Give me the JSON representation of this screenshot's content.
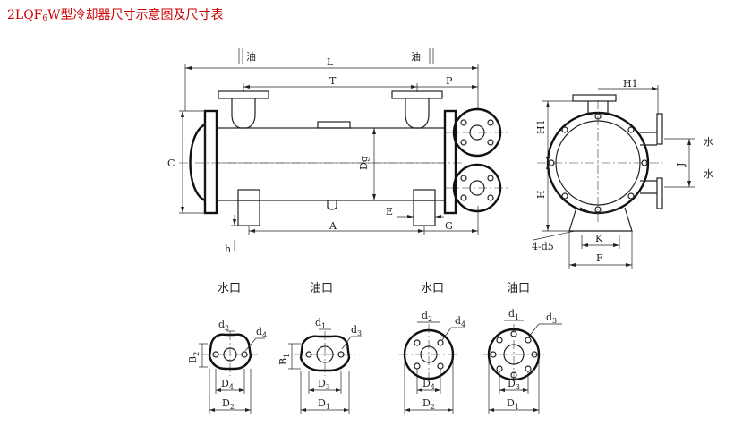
{
  "title": {
    "main": "2LQF",
    "sub": "6",
    "rest": "W型冷却器尺寸示意图及尺寸表"
  },
  "colors": {
    "title": "#cc0000",
    "line": "#222222"
  },
  "main_view": {
    "oil_left": "油",
    "oil_right": "油",
    "L": "L",
    "T": "T",
    "P": "P",
    "C": "C",
    "Dg": "Dg",
    "A": "A",
    "E": "E",
    "G": "G",
    "h": "h"
  },
  "side_view": {
    "H1_top": "H1",
    "H1_side": "H1",
    "H": "H",
    "J": "J",
    "water_top": "水",
    "water_bottom": "水",
    "K": "K",
    "F": "F",
    "bolt": "4-d5"
  },
  "flanges": [
    {
      "heading": "水口",
      "top": "d",
      "top_sub": "2",
      "pin": "d",
      "pin_sub": "4",
      "side": "B",
      "side_sub": "2",
      "inner": "D",
      "inner_sub": "4",
      "outer": "D",
      "outer_sub": "2"
    },
    {
      "heading": "油口",
      "top": "d",
      "top_sub": "1",
      "pin": "d",
      "pin_sub": "3",
      "side": "B",
      "side_sub": "1",
      "inner": "D",
      "inner_sub": "3",
      "outer": "D",
      "outer_sub": "1"
    },
    {
      "heading": "水口",
      "top": "d",
      "top_sub": "2",
      "pin": "d",
      "pin_sub": "4",
      "inner": "D",
      "inner_sub": "4",
      "outer": "D",
      "outer_sub": "2"
    },
    {
      "heading": "油口",
      "top": "d",
      "top_sub": "1",
      "pin": "d",
      "pin_sub": "3",
      "inner": "D",
      "inner_sub": "3",
      "outer": "D",
      "outer_sub": "1"
    }
  ]
}
